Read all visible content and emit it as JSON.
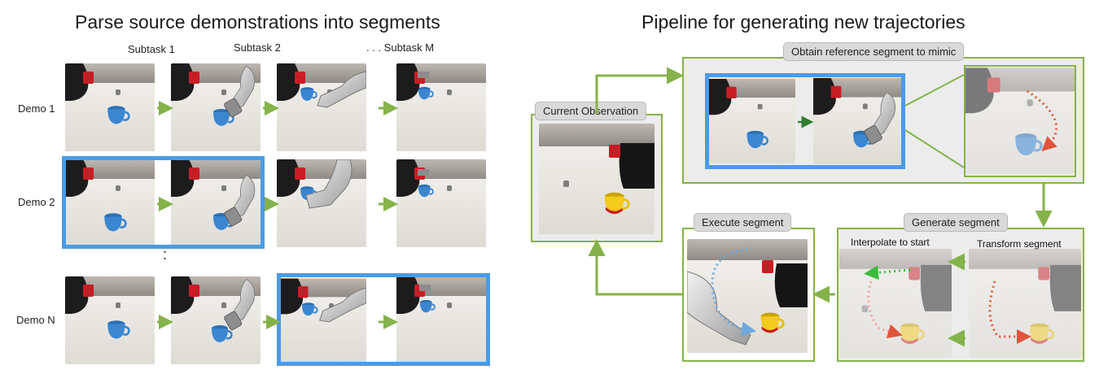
{
  "left": {
    "title": "Parse source demonstrations into segments",
    "subtasks": [
      "Subtask 1",
      "Subtask 2",
      ". . . Subtask M"
    ],
    "demos": [
      "Demo 1",
      "Demo 2",
      "Demo N"
    ],
    "ellipsis": ":"
  },
  "right": {
    "title": "Pipeline for generating new trajectories",
    "current_observation": "Current Observation",
    "obtain_reference": "Obtain reference segment to mimic",
    "generate_segment": "Generate segment",
    "execute_segment": "Execute segment",
    "interpolate": "Interpolate to start",
    "transform": "Transform segment"
  },
  "colors": {
    "highlight": "#4a9be5",
    "arrow": "#86b24a",
    "box": "#86b24a"
  }
}
